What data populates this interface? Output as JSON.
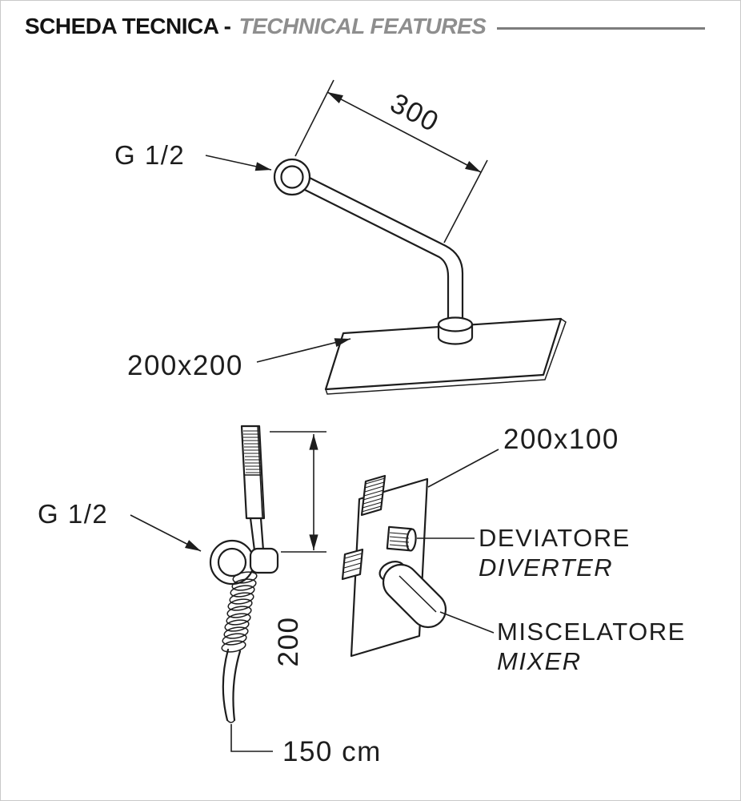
{
  "header": {
    "title_primary": "SCHEDA TECNICA -",
    "title_secondary": "TECHNICAL FEATURES"
  },
  "diagram": {
    "top": {
      "thread_label": "G 1/2",
      "arm_length": "300",
      "plate_size": "200x200"
    },
    "bottom": {
      "thread_label": "G 1/2",
      "height": "200",
      "hose_length": "150 cm"
    },
    "mixer": {
      "plate_size": "200x100",
      "diverter_it": "DEVIATORE",
      "diverter_en": "DIVERTER",
      "mixer_it": "MISCELATORE",
      "mixer_en": "MIXER"
    }
  },
  "colors": {
    "line": "#1d1d1d",
    "title_text": "#141414",
    "title_accent": "#8e8e8e",
    "divider": "#7d7d7d"
  }
}
